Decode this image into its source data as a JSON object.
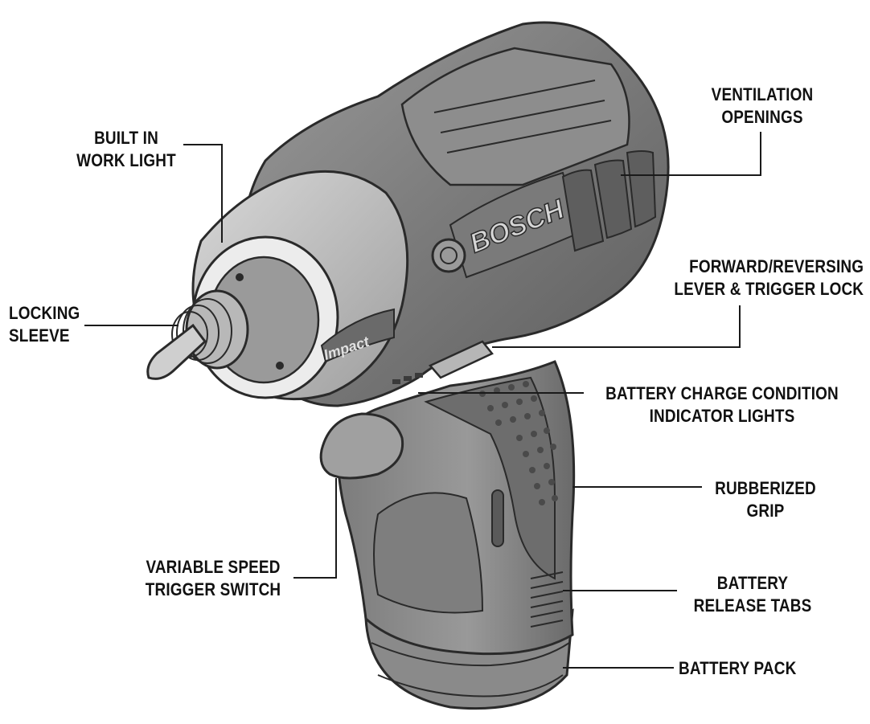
{
  "labels": {
    "work_light": [
      "BUILT IN",
      "WORK LIGHT"
    ],
    "locking_sleeve": [
      "LOCKING",
      "SLEEVE"
    ],
    "ventilation": [
      "VENTILATION",
      "OPENINGS"
    ],
    "forward_reverse": [
      "FORWARD/REVERSING",
      "LEVER & TRIGGER LOCK"
    ],
    "battery_indicator": [
      "BATTERY CHARGE CONDITION",
      "INDICATOR LIGHTS"
    ],
    "grip": [
      "RUBBERIZED",
      "GRIP"
    ],
    "trigger": [
      "VARIABLE SPEED",
      "TRIGGER SWITCH"
    ],
    "release_tabs": [
      "BATTERY",
      "RELEASE TABS"
    ],
    "battery_pack": [
      "BATTERY PACK"
    ]
  },
  "tool_markings": {
    "brand": "BOSCH",
    "model_badge": "Impact"
  },
  "colors": {
    "body_dark": "#6e6e6e",
    "body_mid": "#8c8c8c",
    "body_light": "#b4b4b4",
    "highlight": "#e6e6e6",
    "outline": "#2a2a2a",
    "label_text": "#111111"
  }
}
